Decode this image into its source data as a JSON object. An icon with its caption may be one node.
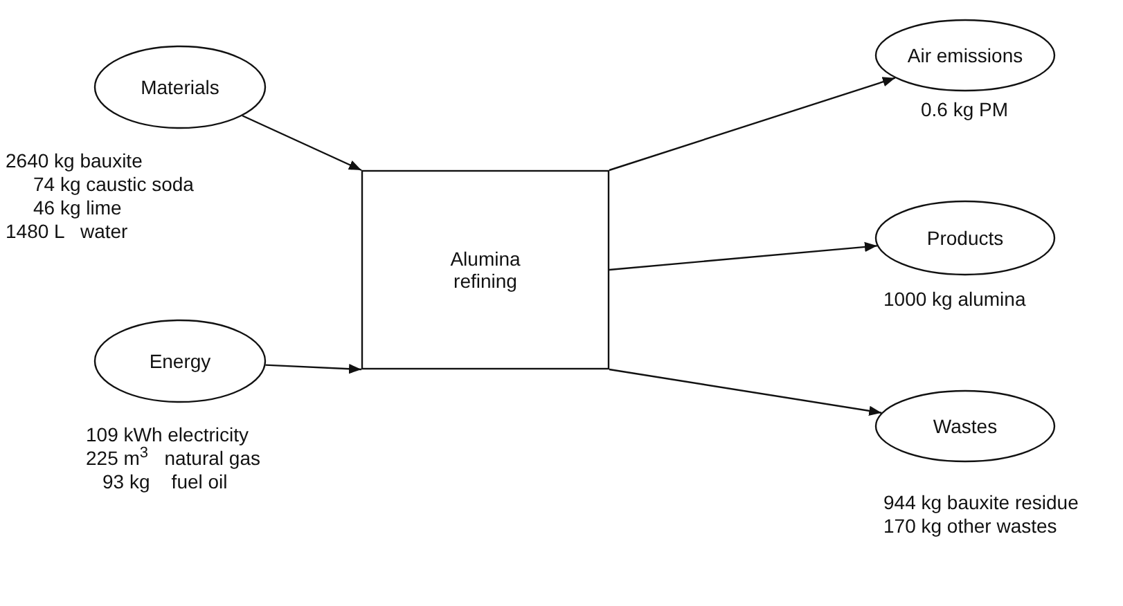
{
  "diagram": {
    "nodes": [
      {
        "text": [
          "Materials"
        ],
        "beside": [
          "2640 kg bauxite",
          "74 kg caustic soda",
          "46 kg lime",
          "1480 L   water"
        ]
      },
      {
        "text": [
          "Energy"
        ],
        "beside": [
          "109 kWh electricity",
          "225 m$^{3}$   natural gas",
          "93 kg    fuel oil"
        ]
      },
      {
        "text": [
          "Alumina refining"
        ]
      },
      {
        "text": [
          "Air emissions"
        ],
        "beside": [
          "0.6 kg PM"
        ]
      },
      {
        "text": [
          "Products"
        ],
        "beside": [
          "1000 kg alumina"
        ]
      },
      {
        "text": [
          "Wastes"
        ],
        "beside": [
          "944 kg bauxite residue",
          "170 kg other wastes"
        ]
      }
    ],
    "edges": [
      {
        "from": 0,
        "to": 2,
        "arrow": "to"
      },
      {
        "from": 1,
        "to": 2,
        "arrow": "to"
      },
      {
        "from": 2,
        "to": 3,
        "arrow": "to"
      },
      {
        "from": 2,
        "to": 4,
        "arrow": "to"
      },
      {
        "from": 2,
        "to": 5,
        "arrow": "to"
      }
    ]
  }
}
